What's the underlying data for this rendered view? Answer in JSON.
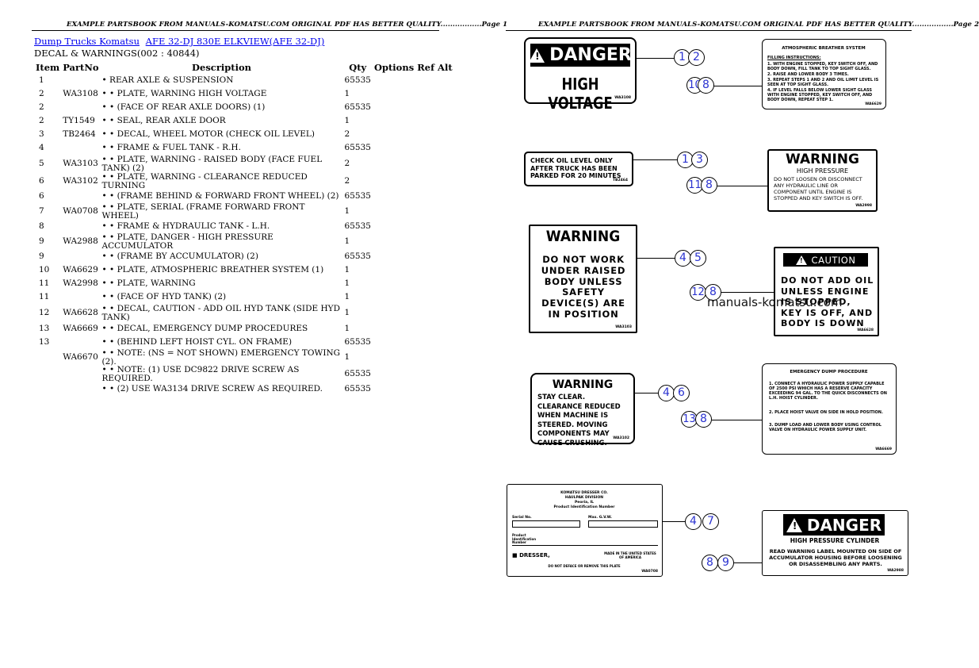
{
  "page1": {
    "header": "EXAMPLE PARTSBOOK FROM MANUALS-KOMATSU.COM ORIGINAL PDF HAS BETTER QUALITY.................Page 1",
    "breadcrumbs": [
      "Dump Trucks Komatsu",
      "AFE 32-DJ 830E ELKVIEW(AFE 32-DJ)"
    ],
    "section_title": "DECAL & WARNINGS(002 : 40844)",
    "columns": [
      "Item",
      "PartNo",
      "Description",
      "Qty",
      "Options",
      "Ref",
      "Alt"
    ],
    "rows": [
      {
        "item": "1",
        "part": "",
        "desc": "• REAR AXLE & SUSPENSION",
        "qty": "65535"
      },
      {
        "item": "2",
        "part": "WA3108",
        "desc": "• • PLATE, WARNING HIGH VOLTAGE",
        "qty": "1"
      },
      {
        "item": "2",
        "part": "",
        "desc": "• • (FACE OF REAR AXLE DOORS) (1)",
        "qty": "65535"
      },
      {
        "item": "2",
        "part": "TY1549",
        "desc": "• • SEAL, REAR AXLE DOOR",
        "qty": "1"
      },
      {
        "item": "3",
        "part": "TB2464",
        "desc": "• • DECAL, WHEEL MOTOR (CHECK OIL LEVEL)",
        "qty": "2"
      },
      {
        "item": "4",
        "part": "",
        "desc": "• • FRAME & FUEL TANK - R.H.",
        "qty": "65535"
      },
      {
        "item": "5",
        "part": "WA3103",
        "desc": "• • PLATE, WARNING - RAISED BODY (FACE FUEL TANK) (2)",
        "qty": "2"
      },
      {
        "item": "6",
        "part": "WA3102",
        "desc": "• • PLATE, WARNING - CLEARANCE REDUCED TURNING",
        "qty": "2"
      },
      {
        "item": "6",
        "part": "",
        "desc": "• • (FRAME BEHIND & FORWARD FRONT WHEEL) (2)",
        "qty": "65535"
      },
      {
        "item": "7",
        "part": "WA0708",
        "desc": "• • PLATE, SERIAL (FRAME FORWARD FRONT WHEEL)",
        "qty": "1"
      },
      {
        "item": "8",
        "part": "",
        "desc": "• • FRAME & HYDRAULIC TANK - L.H.",
        "qty": "65535"
      },
      {
        "item": "9",
        "part": "WA2988",
        "desc": "• • PLATE, DANGER - HIGH PRESSURE ACCUMULATOR",
        "qty": "1"
      },
      {
        "item": "9",
        "part": "",
        "desc": "• • (FRAME BY ACCUMULATOR) (2)",
        "qty": "65535"
      },
      {
        "item": "10",
        "part": "WA6629",
        "desc": "• • PLATE, ATMOSPHERIC BREATHER SYSTEM (1)",
        "qty": "1"
      },
      {
        "item": "11",
        "part": "WA2998",
        "desc": "• • PLATE, WARNING",
        "qty": "1"
      },
      {
        "item": "11",
        "part": "",
        "desc": "• • (FACE OF HYD TANK) (2)",
        "qty": "1"
      },
      {
        "item": "12",
        "part": "WA6628",
        "desc": "• • DECAL, CAUTION - ADD OIL HYD TANK (SIDE HYD TANK)",
        "qty": "1"
      },
      {
        "item": "13",
        "part": "WA6669",
        "desc": "• • DECAL, EMERGENCY DUMP PROCEDURES",
        "qty": "1"
      },
      {
        "item": "13",
        "part": "",
        "desc": "• • (BEHIND LEFT HOIST CYL. ON FRAME)",
        "qty": "65535"
      },
      {
        "item": "",
        "part": "WA6670",
        "desc": "• • NOTE: (NS = NOT SHOWN) EMERGENCY TOWING (2).",
        "qty": "1"
      },
      {
        "item": "",
        "part": "",
        "desc": "• • NOTE: (1) USE DC9822 DRIVE SCREW AS REQUIRED.",
        "qty": "65535"
      },
      {
        "item": "",
        "part": "",
        "desc": "• • (2) USE WA3134 DRIVE SCREW AS REQUIRED.",
        "qty": "65535"
      }
    ]
  },
  "page2": {
    "header": "EXAMPLE PARTSBOOK FROM MANUALS-KOMATSU.COM ORIGINAL PDF HAS BETTER QUALITY.................Page 2",
    "watermark": "manuals-komatsu.com",
    "decals": {
      "danger_hv": {
        "title": "DANGER",
        "body": "HIGH VOLTAGE",
        "code": "WA3108"
      },
      "breather": {
        "title": "ATMOSPHERIC BREATHER SYSTEM",
        "subtitle": "FILLING INSTRUCTIONS:",
        "steps": [
          "1. WITH ENGINE STOPPED, KEY SWITCH OFF, AND BODY DOWN, FILL TANK TO TOP SIGHT GLASS.",
          "2. RAISE AND LOWER BODY 3 TIMES.",
          "3. REPEAT STEPS 1 AND 2 AND OIL LIMIT LEVEL IS SEEN AT TOP SIGHT GLASS.",
          "4. IF LEVEL FALLS BELOW LOWER SIGHT GLASS WITH ENGINE STOPPED, KEY SWITCH OFF, AND BODY DOWN, REPEAT STEP 1."
        ],
        "code": "WA6629"
      },
      "oil_check": {
        "body": "CHECK OIL LEVEL ONLY AFTER TRUCK HAS BEEN PARKED FOR 20 MINUTES",
        "code": "TB2464"
      },
      "warn_hp": {
        "title": "WARNING",
        "subtitle": "HIGH PRESSURE",
        "body": "DO NOT LOOSEN OR DISCONNECT ANY HYDRAULIC LINE OR COMPONENT UNTIL ENGINE IS STOPPED AND KEY SWITCH IS OFF.",
        "code": "WA2998"
      },
      "warn_body": {
        "title": "WARNING",
        "body": "DO NOT WORK UNDER RAISED BODY UNLESS SAFETY DEVICE(S) ARE IN POSITION",
        "code": "WA3103"
      },
      "caution": {
        "title": "CAUTION",
        "body": "DO NOT ADD OIL UNLESS ENGINE IS STOPPED, KEY IS OFF, AND BODY IS DOWN",
        "code": "WA6628"
      },
      "warn_clear": {
        "title": "WARNING",
        "body": "STAY CLEAR. CLEARANCE REDUCED WHEN MACHINE IS STEERED. MOVING COMPONENTS MAY CAUSE CRUSHING.",
        "code": "WA3102"
      },
      "emergency": {
        "title": "EMERGENCY DUMP PROCEDURE",
        "steps": [
          "1. CONNECT A HYDRAULIC POWER SUPPLY CAPABLE OF 2500 PSI WHICH HAS A RESERVE CAPACITY EXCEEDING 94 GAL. TO THE QUICK DISCONNECTS ON L.H. HOIST CYLINDER.",
          "2. PLACE HOIST VALVE ON SIDE IN HOLD POSITION.",
          "3. DUMP LOAD AND LOWER BODY USING CONTROL VALVE ON HYDRAULIC POWER SUPPLY UNIT."
        ],
        "code": "WA6669"
      },
      "serial": {
        "company": "KOMATSU DRESSER CO.",
        "division": "HAULPAK DIVISION",
        "city": "Peoria, IL",
        "heading": "Product Identification Number",
        "serial_label": "Serial No.",
        "gvw_label": "Max. G.V.W.",
        "prod_label": "Product Identification Number",
        "brand": "DRESSER,",
        "made_in": "MADE IN THE UNITED STATES OF AMERICA",
        "footer": "DO NOT DEFACE OR REMOVE THIS PLATE",
        "code": "WA0708"
      },
      "danger_hpc": {
        "title": "DANGER",
        "subtitle": "HIGH PRESSURE CYLINDER",
        "body": "READ WARNING LABEL MOUNTED ON SIDE OF ACCUMULATOR HOUSING BEFORE LOOSENING OR DISASSEMBLING ANY PARTS.",
        "code": "WA2988"
      }
    },
    "callouts": {
      "c1": "1",
      "c2": "2",
      "c10": "10",
      "c8a": "8",
      "c1b": "1",
      "c3": "3",
      "c11": "11",
      "c8b": "8",
      "c4a": "4",
      "c5": "5",
      "c12": "12",
      "c8c": "8",
      "c4b": "4",
      "c6": "6",
      "c13": "13",
      "c8d": "8",
      "c4c": "4",
      "c7": "7",
      "c8e": "8",
      "c9": "9"
    }
  }
}
